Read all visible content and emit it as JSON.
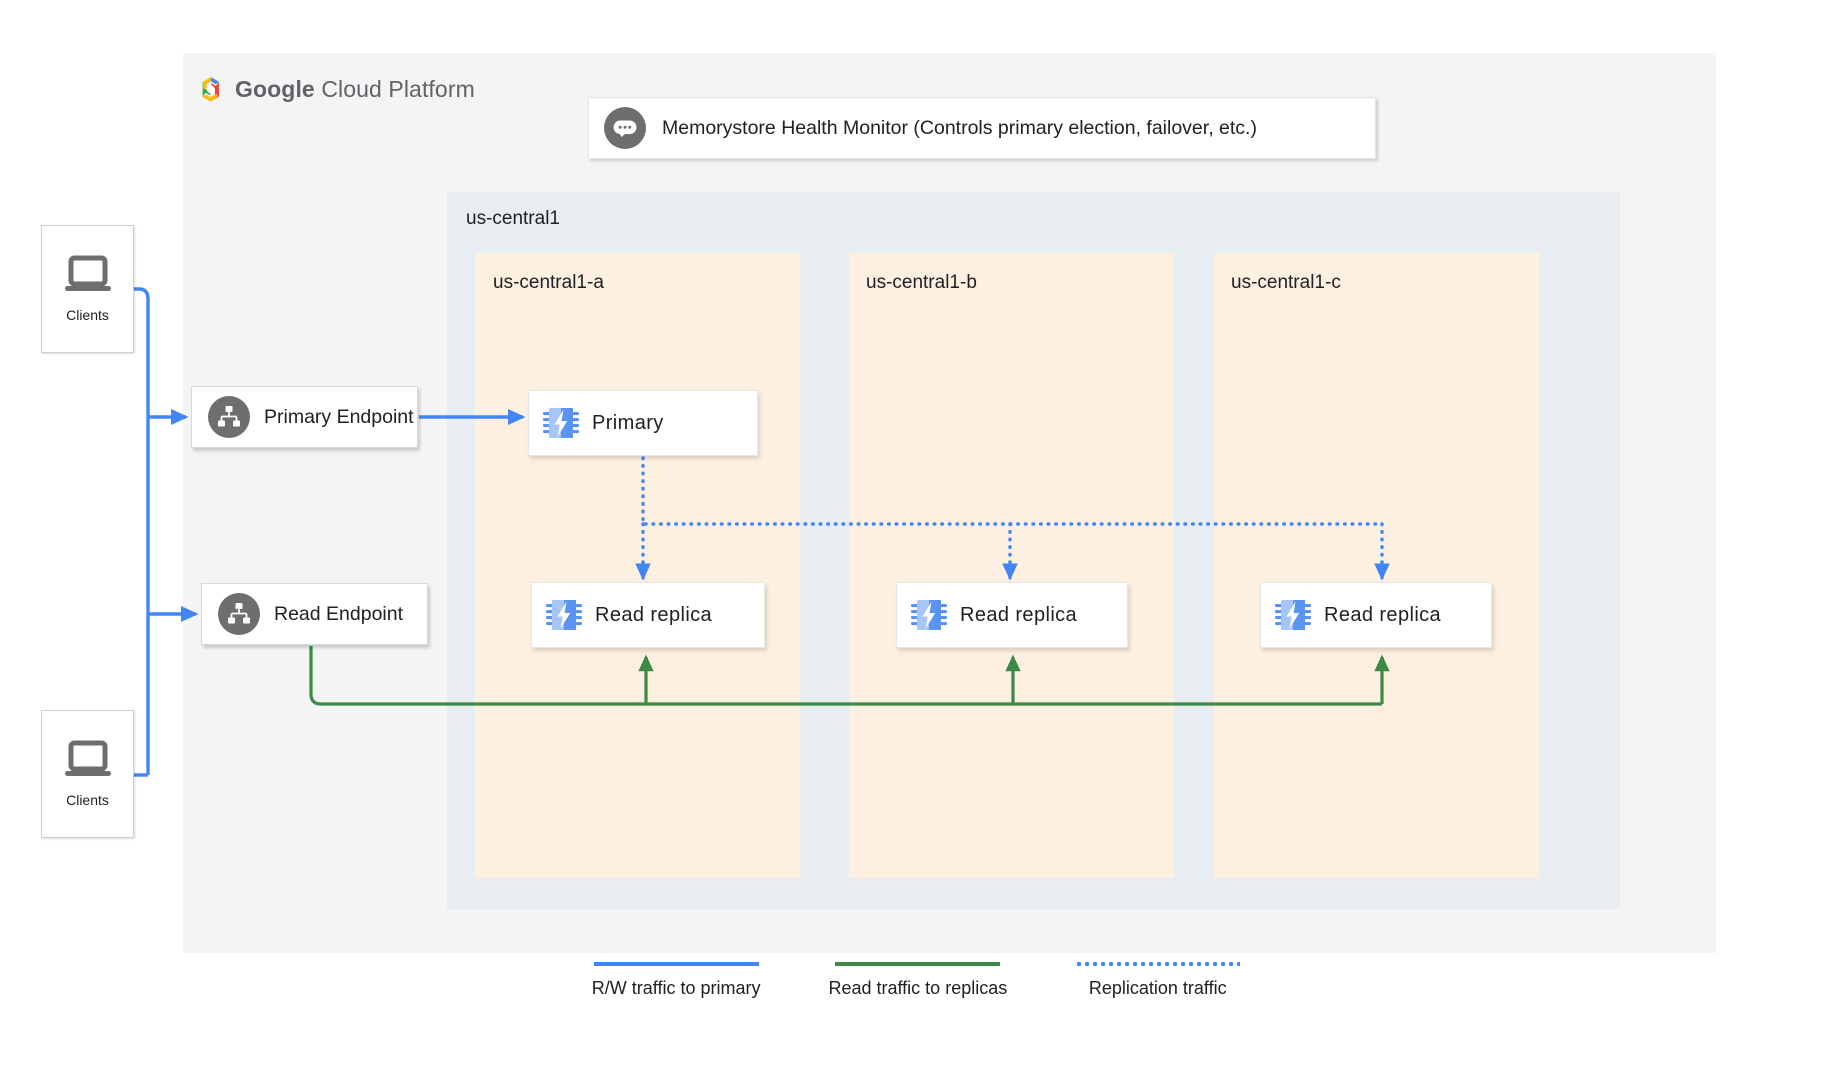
{
  "platform": {
    "logo_google": "Google",
    "logo_cloud_platform": " Cloud Platform"
  },
  "health_monitor": {
    "label": "Memorystore Health Monitor (Controls primary election, failover, etc.)",
    "icon": "chat-dots-icon"
  },
  "region": {
    "label": "us-central1"
  },
  "zones": [
    {
      "label": "us-central1-a"
    },
    {
      "label": "us-central1-b"
    },
    {
      "label": "us-central1-c"
    }
  ],
  "clients": [
    {
      "label": "Clients",
      "icon": "laptop-icon"
    },
    {
      "label": "Clients",
      "icon": "laptop-icon"
    }
  ],
  "endpoints": [
    {
      "label": "Primary Endpoint",
      "icon": "topology-icon"
    },
    {
      "label": "Read Endpoint",
      "icon": "topology-icon"
    }
  ],
  "nodes": {
    "primary": {
      "label": "Primary",
      "icon": "memorystore-chip-icon"
    },
    "replicas": [
      {
        "label": "Read replica",
        "icon": "memorystore-chip-icon"
      },
      {
        "label": "Read replica",
        "icon": "memorystore-chip-icon"
      },
      {
        "label": "Read replica",
        "icon": "memorystore-chip-icon"
      }
    ]
  },
  "legend": [
    {
      "label": "R/W traffic to primary",
      "style": "solid",
      "color": "#4285f4"
    },
    {
      "label": "Read traffic to replicas",
      "style": "solid",
      "color": "#3b8a46"
    },
    {
      "label": "Replication traffic",
      "style": "dotted",
      "color": "#4285f4"
    }
  ],
  "colors": {
    "canvas": "#f4f4f4",
    "region_bg": "#e8edf2",
    "zone_bg": "#fdf0e0",
    "rw_traffic": "#4285f4",
    "read_traffic": "#3b8a46",
    "replication": "#4285f4",
    "icon_gray": "#6e6e6e"
  }
}
